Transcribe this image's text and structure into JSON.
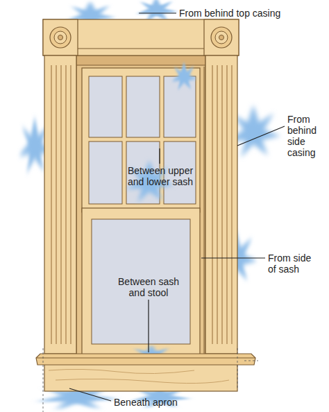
{
  "diagram": {
    "labels": [
      "From behind top casing",
      "From behind side casing",
      "Between upper and lower sash",
      "From side of sash",
      "Between sash and stool",
      "Beneath apron"
    ]
  }
}
